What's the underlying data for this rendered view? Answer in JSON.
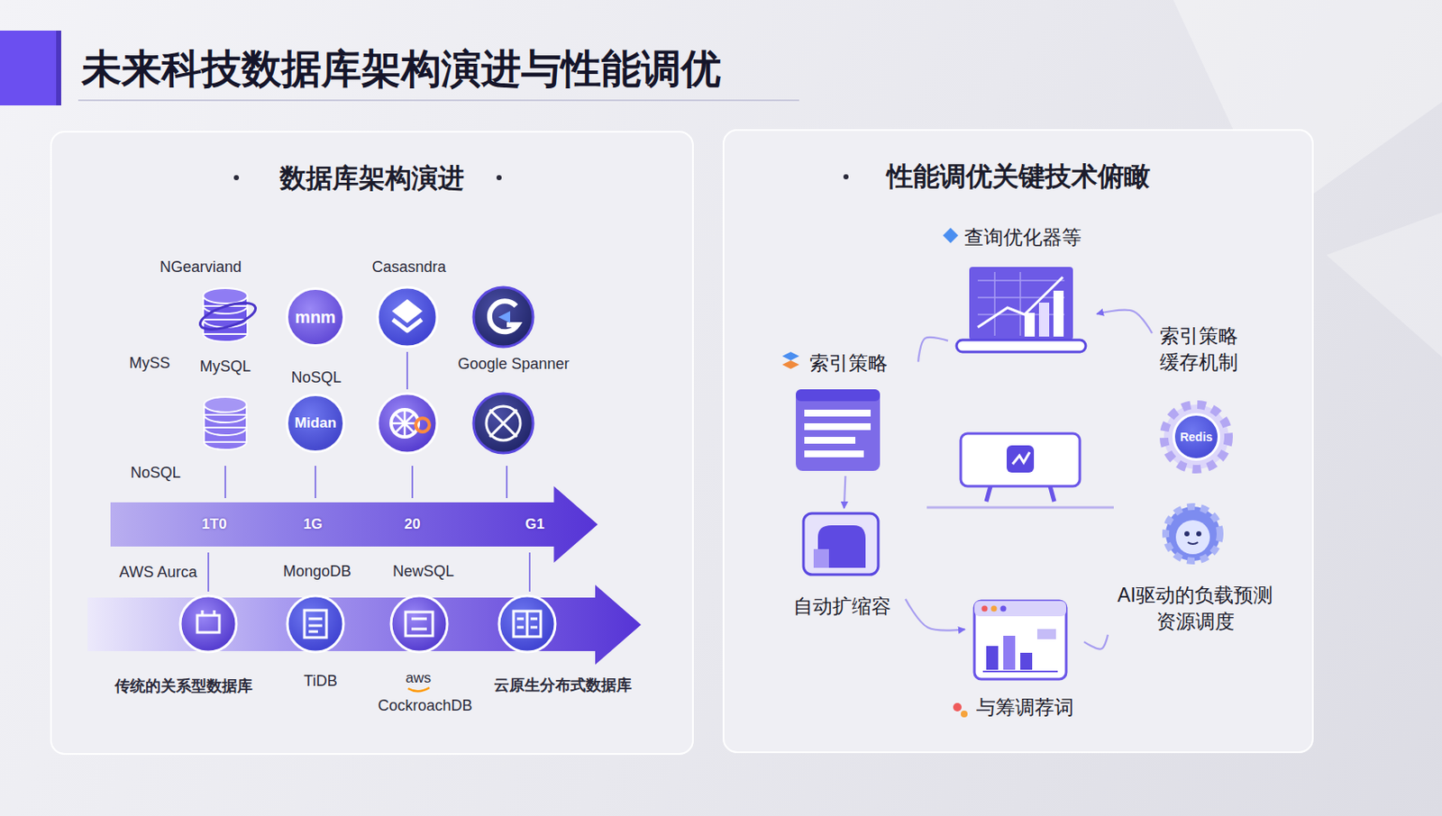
{
  "diagram": {
    "title": "未来科技数据库架构演进与性能调优",
    "nodes": [
      {
        "text": [
          "数据库架构演进"
        ]
      },
      {
        "text": [
          "mnm"
        ],
        "in": 0
      },
      {
        "text": [
          "Midan"
        ],
        "in": 0
      },
      {
        "text": [
          "1T0",
          "1G",
          "20",
          "G1"
        ],
        "in": 0
      },
      {
        "text": [
          "性能调优关键技术俯瞰"
        ]
      },
      {
        "text": [
          "查询优化器等"
        ],
        "in": 4
      },
      {
        "text": [
          "索引策略"
        ],
        "in": 4
      },
      {
        "text": [
          "索引策略 缓存机制"
        ],
        "in": 4
      },
      {
        "text": [
          "Redis"
        ],
        "in": 4
      },
      {
        "text": [
          "自动扩缩容"
        ],
        "in": 4
      },
      {
        "text": [
          "AI驱动的负载预测 资源调度"
        ],
        "in": 4
      },
      {
        "text": [
          "与筹调荐词"
        ],
        "in": 4
      }
    ],
    "edges": [
      {
        "from": 6,
        "to": 5,
        "arrow": "none"
      },
      {
        "from": 7,
        "to": 5,
        "arrow": "to"
      },
      {
        "from": 6,
        "to": 9,
        "arrow": "to"
      },
      {
        "from": 9,
        "to": 11,
        "arrow": "to"
      },
      {
        "from": 10,
        "to": 11,
        "arrow": "none"
      }
    ],
    "labels": [
      "NGearviand",
      "Casasndra",
      "MySS",
      "MySQL",
      "NoSQL",
      "Google Spanner",
      "NoSQL",
      "AWS Aurca",
      "MongoDB",
      "NewSQL",
      "传统的关系型数据库",
      "TiDB",
      "aws",
      "CockroachDB",
      "云原生分布式数据库"
    ]
  }
}
